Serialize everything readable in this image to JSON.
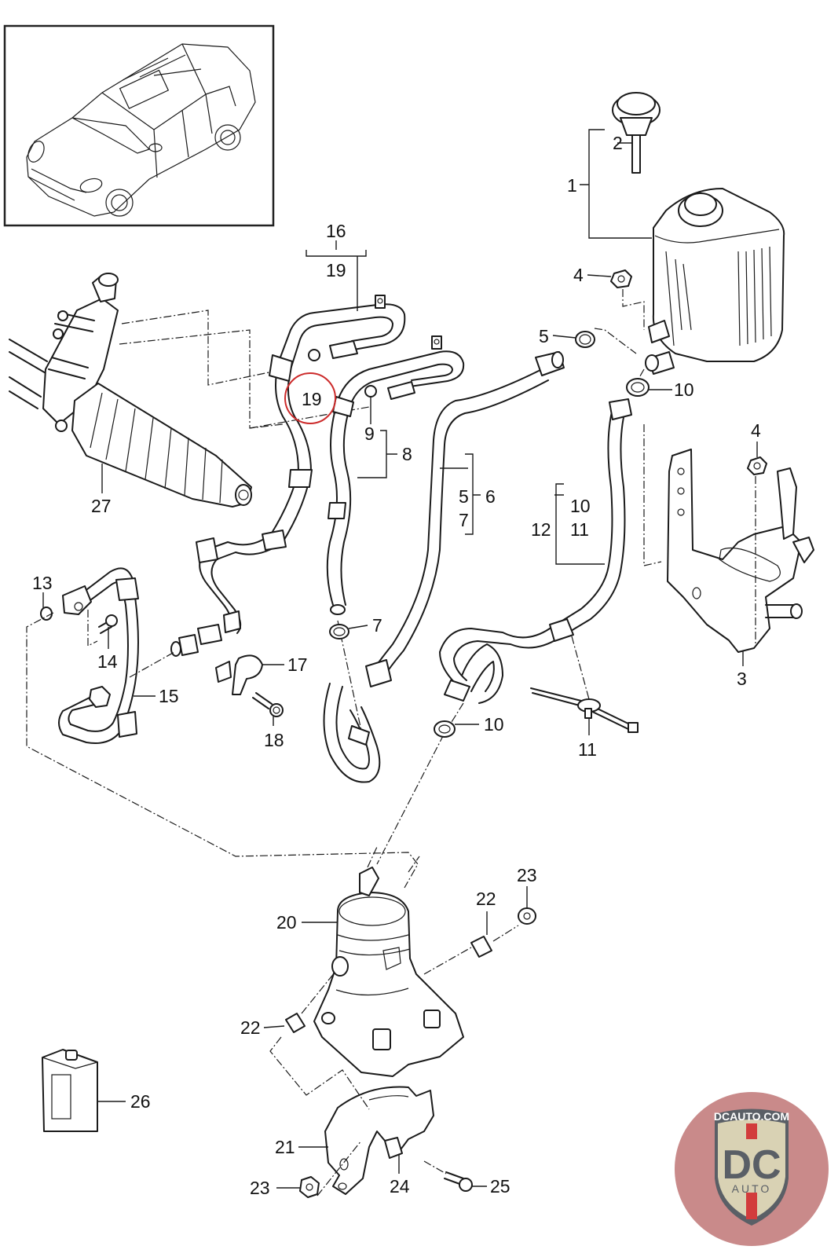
{
  "diagram": {
    "title": "Power steering fluid reservoir, pump and hoses — exploded parts diagram",
    "vehicle_thumbnail": "suv-isometric-view",
    "highlighted_callout": "19",
    "callouts": {
      "c1": "1",
      "c2": "2",
      "c3": "3",
      "c4a": "4",
      "c4b": "4",
      "c5a": "5",
      "c5b": "5",
      "c6": "6",
      "c7a": "7",
      "c7b": "7",
      "c8": "8",
      "c9": "9",
      "c10a": "10",
      "c10b": "10",
      "c10c": "10",
      "c11a": "11",
      "c11b": "11",
      "c12": "12",
      "c13": "13",
      "c14": "14",
      "c15": "15",
      "c16": "16",
      "c17": "17",
      "c18": "18",
      "c19a": "19",
      "c19b": "19",
      "c20": "20",
      "c21": "21",
      "c22a": "22",
      "c22b": "22",
      "c23a": "23",
      "c23b": "23",
      "c24": "24",
      "c25": "25",
      "c26": "26",
      "c27": "27"
    },
    "parts": [
      {
        "no": "1",
        "name": "fluid-reservoir-assembly"
      },
      {
        "no": "2",
        "name": "reservoir-cap-with-dipstick"
      },
      {
        "no": "3",
        "name": "reservoir-bracket"
      },
      {
        "no": "4",
        "name": "hex-nut"
      },
      {
        "no": "5",
        "name": "hose-clamp"
      },
      {
        "no": "6",
        "name": "supply-hose-kit"
      },
      {
        "no": "7",
        "name": "hose-clamp"
      },
      {
        "no": "8",
        "name": "return-line"
      },
      {
        "no": "9",
        "name": "o-ring"
      },
      {
        "no": "10",
        "name": "hose-clamp"
      },
      {
        "no": "11",
        "name": "cable-tie-clip"
      },
      {
        "no": "12",
        "name": "suction-hose-kit"
      },
      {
        "no": "13",
        "name": "o-ring"
      },
      {
        "no": "14",
        "name": "bolt"
      },
      {
        "no": "15",
        "name": "pressure-line"
      },
      {
        "no": "16",
        "name": "pressure-line-assembly"
      },
      {
        "no": "17",
        "name": "holder-clip"
      },
      {
        "no": "18",
        "name": "bolt"
      },
      {
        "no": "19",
        "name": "o-ring"
      },
      {
        "no": "20",
        "name": "power-steering-pump"
      },
      {
        "no": "21",
        "name": "pump-bracket"
      },
      {
        "no": "22",
        "name": "stud"
      },
      {
        "no": "23",
        "name": "nut"
      },
      {
        "no": "24",
        "name": "rubber-mount"
      },
      {
        "no": "25",
        "name": "bolt"
      },
      {
        "no": "26",
        "name": "hydraulic-oil-container"
      },
      {
        "no": "27",
        "name": "steering-rack"
      }
    ]
  },
  "watermark": {
    "top_text": "DCAUTO.COM",
    "monogram": "DC",
    "bottom_text": "AUTO",
    "colors": {
      "badge_bg": "#c98a8a",
      "shield_fill": "#d9d2b4",
      "stripe": "#d23c3c",
      "letter": "#5a5f66"
    }
  },
  "colors": {
    "highlight": "#cc2b2b",
    "line": "#1a1a1a"
  }
}
